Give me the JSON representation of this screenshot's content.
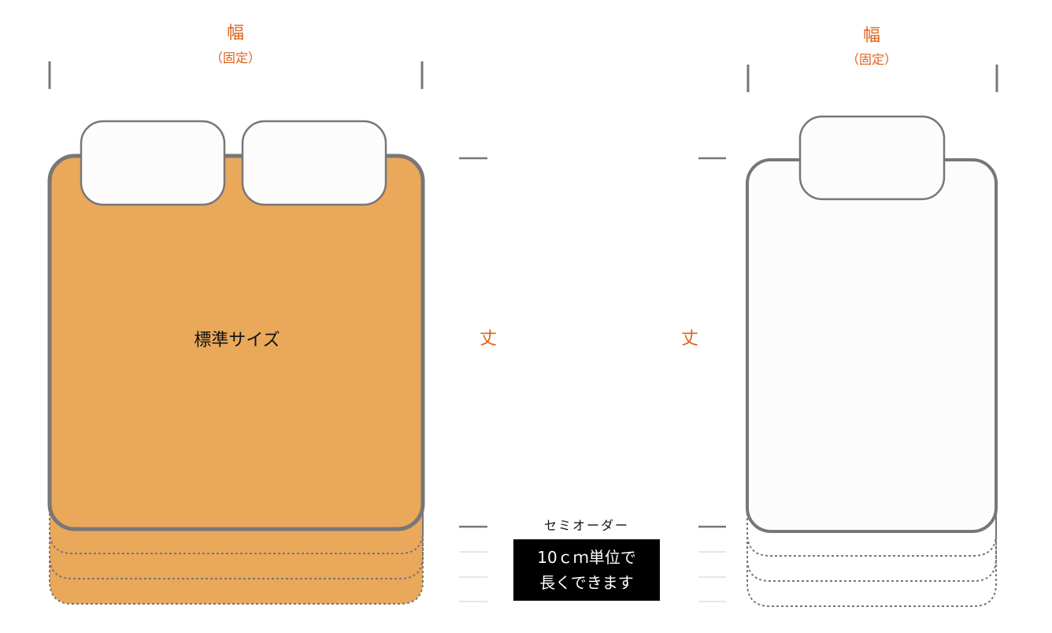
{
  "left_diagram": {
    "width_label": "幅",
    "width_note": "（固定）",
    "center_label": "標準サイズ",
    "length_label": "丈",
    "fill_color": "#eaa85b"
  },
  "right_diagram": {
    "width_label": "幅",
    "width_note": "（固定）",
    "length_label": "丈",
    "fill_color": "#fcfcfc"
  },
  "semi_order": {
    "title": "セミオーダー",
    "line1": "10ｃｍ単位で",
    "line2": "長くできます"
  },
  "colors": {
    "accent": "#e0601a",
    "outline": "#777777"
  }
}
